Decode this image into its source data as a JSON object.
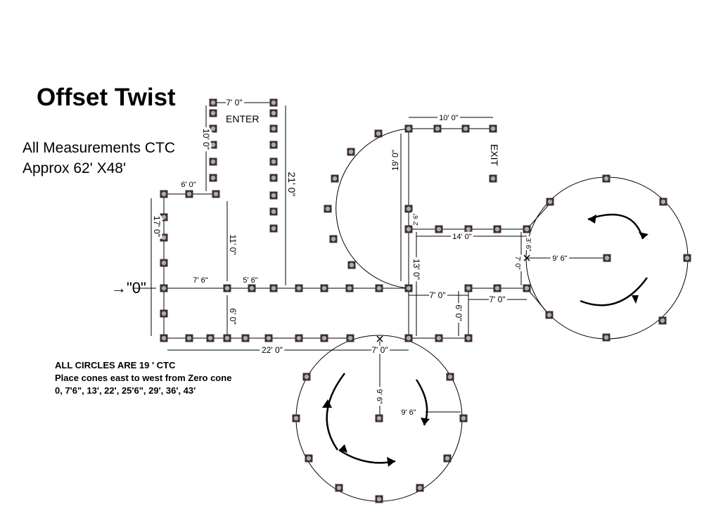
{
  "title": "Offset Twist",
  "subtitle_lines": [
    "All Measurements CTC",
    "Approx 62' X48'"
  ],
  "notes": [
    "ALL CIRCLES ARE 19 ' CTC",
    "Place cones east to west from Zero cone",
    "0, 7'6\", 13', 22', 25'6\", 29', 36', 43'"
  ],
  "zero_label": "→\"0\"",
  "labels": {
    "enter": "ENTER",
    "exit": "EXIT"
  },
  "dimensions": {
    "enter_width": "7' 0\"",
    "enter_length": "10' 0\"",
    "upper_left_width": "6' 0\"",
    "left_height": "17' 0\"",
    "lane_long": "21' 0\"",
    "inner_height": "11' 0\"",
    "seg_7_6": "7' 6\"",
    "seg_5_6": "5' 6\"",
    "lower_gap": "6' 0\"",
    "bottom_22": "22' 0\"",
    "bottom_7": "7' 0\"",
    "top_10": "10' 0\"",
    "half_circle_19": "19' 0\"",
    "mid_13": "13' 0\"",
    "mid_7": "7' 0\"",
    "right_7": "7' 0\"",
    "right_6": "6' 0\"",
    "small_2_6": "2' 6\"",
    "arm_14": "14' 0\"",
    "right_3_6": "3' 6\"",
    "right_7_vert": "7' 0\"",
    "right_radius": "9' 6\"",
    "bottom_radius_h": "9' 6\"",
    "bottom_radius_v": "9' 6\""
  }
}
